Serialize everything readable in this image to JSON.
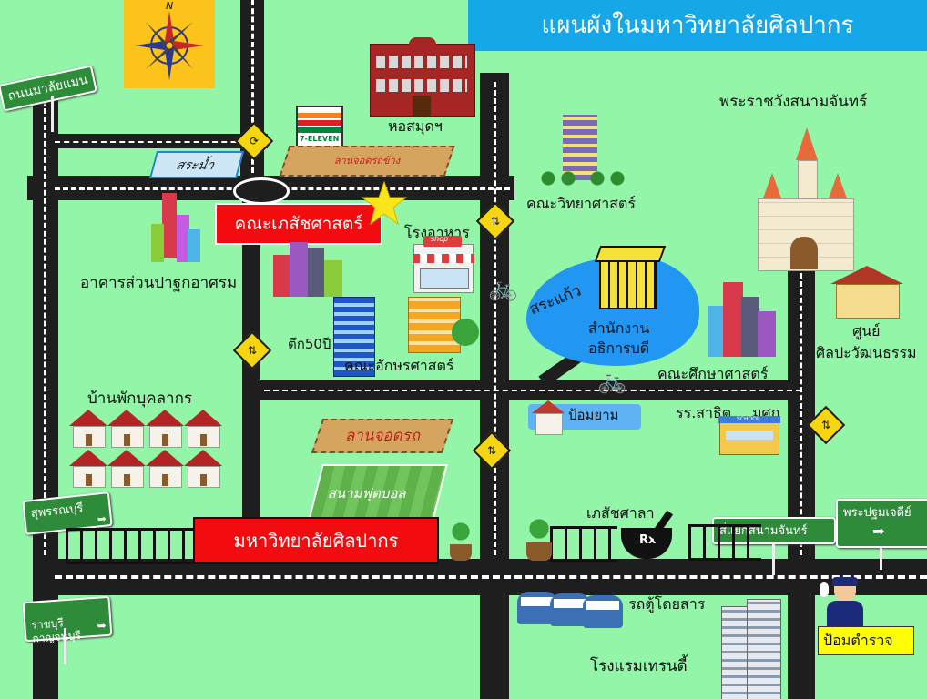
{
  "title": "แผนผังในมหาวิทยาลัยศิลปากร",
  "colors": {
    "background": "#92f5a7",
    "road": "#1e1e1e",
    "title_bar": "#16a7e9",
    "compass_box": "#fcc31a",
    "highlight_box": "#f30c0f",
    "star": "#f8e51b",
    "pond": "#2196f3",
    "parking": "#d5a45f",
    "field": "#5fb24a",
    "sign": "#2e8b3a"
  },
  "compass": {
    "icon": "compass-rose-icon",
    "north_label": "N"
  },
  "road_signs": {
    "nonmalaiman": "ถนนมาลัยแมน",
    "suphanburi": "สุพรรณบุรี",
    "ratchaburi": "ราชบุรี\nกาญจนบุรี",
    "sanamchan_junction": "สี่แยกสนามจันทร์",
    "phra_pathom": "พระปฐมเจดีย์"
  },
  "places": {
    "library": "หอสมุดฯ",
    "pool": "สระน้ำ",
    "side_parking": "ลานจอดรถข้าง",
    "pharmacy_faculty": "คณะเภสัชศาสตร์",
    "science_faculty": "คณะวิทยาศาสตร์",
    "canteen": "โรงอาหาร",
    "dorm_building": "อาคารส่วนปาฐกอาศรม",
    "building_50": "ตึก50ปี",
    "arts_faculty": "คณะอักษรศาสตร์",
    "pond": "สระแก้ว",
    "president_office": "สำนักงาน\nอธิการบดี",
    "palace": "พระราชวังสนามจันทร์",
    "culture_center": "ศูนย์\nศิลปะวัฒนธรรม",
    "education_faculty": "คณะศึกษาศาสตร์",
    "staff_housing": "บ้านพักบุคลากร",
    "parking": "ลานจอดรถ",
    "guard_booth": "ป้อมยาม",
    "demo_school": "รร.สาธิต",
    "school_short": "มศก",
    "football_field": "สนามฟุตบอล",
    "university": "มหาวิทยาลัยศิลปากร",
    "drugstore": "เภสัชศาลา",
    "van": "รถตู้โดยสาร",
    "police_box": "ป้อมตำรวจ",
    "hotel": "โรงแรมเทรนดี้",
    "seven_eleven": "7-ELEVEN",
    "shop": "shop",
    "school_sign": "SCHOOL",
    "rx": "Rx"
  },
  "icons": {
    "roundabout": "roundabout-icon",
    "two_way": "two-way-traffic-icon",
    "arrow_right": "arrow-right-icon",
    "star": "star-icon"
  }
}
